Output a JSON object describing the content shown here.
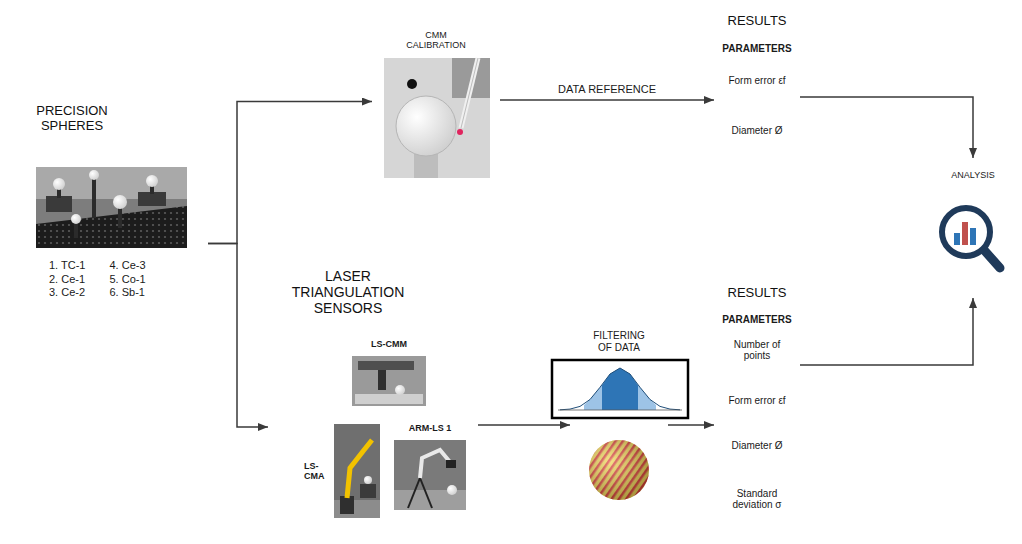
{
  "diagram": {
    "nodes": [
      {
        "text": [
          "PRECISION SPHERES"
        ]
      },
      {
        "text": [
          "1. TC-1",
          "2. Ce-1",
          "3. Ce-2",
          "4. Ce-3",
          "5. Co-1",
          "6. Sb-1"
        ],
        "in": 0
      },
      {
        "text": [
          "CMM CALIBRATION"
        ]
      },
      {
        "text": [
          "RESULTS",
          "PARAMETERS"
        ]
      },
      {
        "text": [
          "Form error εf"
        ],
        "in": 3
      },
      {
        "text": [
          "Diameter Ø"
        ],
        "in": 3
      },
      {
        "text": [
          "ANALYSIS"
        ]
      },
      {
        "text": [
          "LASER TRIANGULATION SENSORS"
        ]
      },
      {
        "text": [
          "LS-CMM"
        ],
        "in": 7
      },
      {
        "text": [
          "LS-CMA"
        ],
        "in": 7
      },
      {
        "text": [
          "ARM-LS 1"
        ],
        "in": 7
      },
      {
        "text": [
          "FILTERING OF DATA"
        ]
      },
      {
        "text": [
          "RESULTS",
          "PARAMETERS"
        ]
      },
      {
        "text": [
          "Number of points"
        ],
        "in": 12
      },
      {
        "text": [
          "Form error εf"
        ],
        "in": 12
      },
      {
        "text": [
          "Diameter Ø"
        ],
        "in": 12
      },
      {
        "text": [
          "Standard deviation σ"
        ],
        "in": 12
      }
    ],
    "edges": [
      {
        "from": 0,
        "to": 2,
        "arrow": "to"
      },
      {
        "from": 0,
        "to": 7,
        "arrow": "to"
      },
      {
        "from": 2,
        "to": 3,
        "label": "DATA REFERENCE",
        "arrow": "to"
      },
      {
        "from": 3,
        "to": 6,
        "arrow": "to"
      },
      {
        "from": 7,
        "to": 11,
        "arrow": "to"
      },
      {
        "from": 11,
        "to": 12,
        "arrow": "to"
      },
      {
        "from": 12,
        "to": 6,
        "arrow": "to"
      }
    ]
  }
}
